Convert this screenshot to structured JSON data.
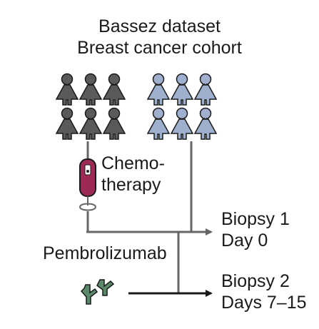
{
  "title": {
    "line1": "Bassez dataset",
    "line2": "Breast cancer cohort"
  },
  "treatment": {
    "chemo_line1": "Chemo-",
    "chemo_line2": "therapy",
    "drug": "Pembrolizumab"
  },
  "biopsy1": {
    "line1": "Biopsy 1",
    "line2": "Day 0"
  },
  "biopsy2": {
    "line1": "Biopsy 2",
    "line2": "Days 7–15"
  },
  "colors": {
    "chemo_cohort_figures": "#5a5a5a",
    "pembro_only_cohort_figures": "#9fb0cf",
    "figure_outline": "#1a1a1a",
    "timeline_line": "#666666",
    "iv_bag": "#9b2a55",
    "antibody": "#5a8a6a",
    "arrow": "#1a1a1a"
  },
  "icons": [
    "person-icon",
    "iv-bag-icon",
    "antibody-icon",
    "arrow-right-icon"
  ]
}
